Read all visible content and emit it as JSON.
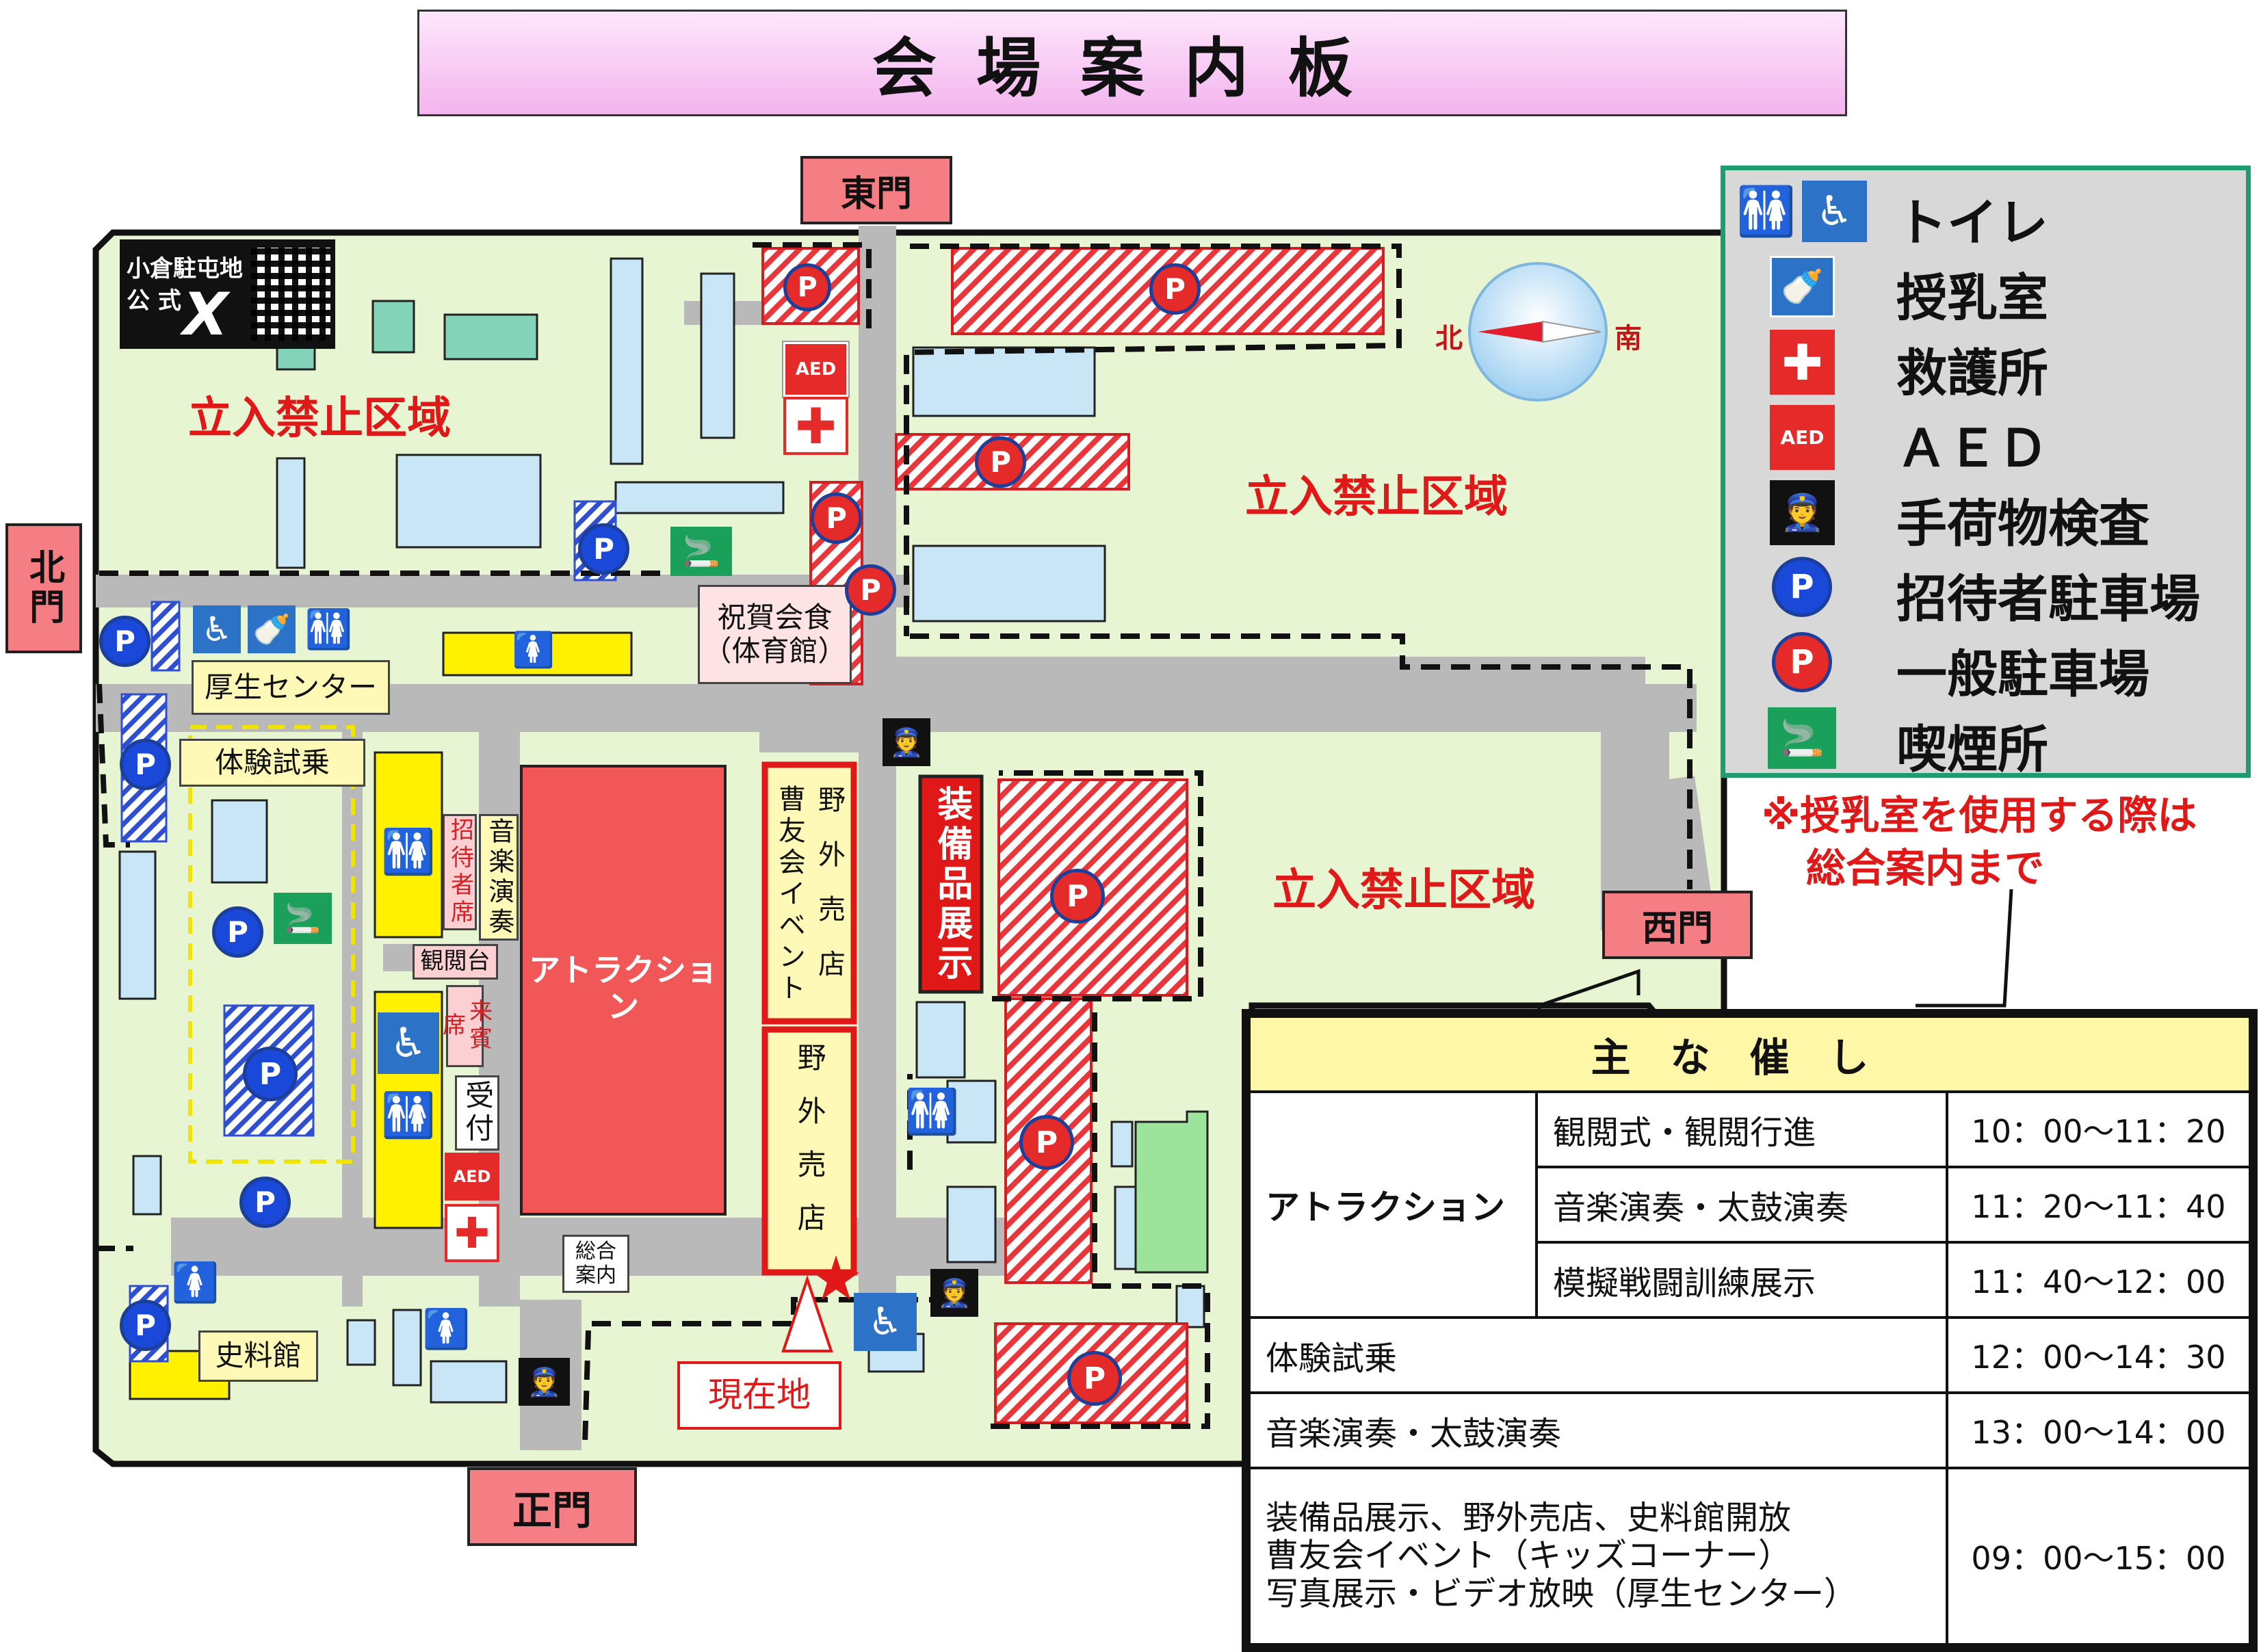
{
  "title": "会場案内板",
  "gates": {
    "east": "東門",
    "north": "北門",
    "west": "西門",
    "main": "正門"
  },
  "qr": {
    "line1": "小倉駐屯地",
    "line2": "公 式",
    "x": "X"
  },
  "restricted": "立入禁止区域",
  "compass": {
    "north": "北",
    "south": "南"
  },
  "buildings": {
    "kousei": "厚生センター",
    "taiken": "体験試乗",
    "shukuga": "祝賀会食（体育館）",
    "attraction": "アトラクション",
    "soyu": "曹友会イベント",
    "yagai1": "野外売店",
    "yagai2": "野外売店",
    "soubi": "装備品展示",
    "shoutai": "招待者席",
    "ongaku": "音楽演奏",
    "kanetsudai": "観閲台",
    "raihin": "来賓席",
    "uketsuke": "受付",
    "sougou": "総合案内",
    "shiryou": "史料館",
    "genzaichi": "現在地"
  },
  "icons": {
    "parking_letter": "P",
    "aed": "AED",
    "accessible_label": "多目的トイレ",
    "nursing_label": "授乳室"
  },
  "legend": [
    {
      "icon": "toilet-icon",
      "label": "トイレ"
    },
    {
      "icon": "nursing-room-icon",
      "label": "授乳室"
    },
    {
      "icon": "first-aid-icon",
      "label": "救護所"
    },
    {
      "icon": "aed-icon",
      "label": "ＡＥＤ"
    },
    {
      "icon": "baggage-check-icon",
      "label": "手荷物検査"
    },
    {
      "icon": "invited-parking-icon",
      "label": "招待者駐車場"
    },
    {
      "icon": "general-parking-icon",
      "label": "一般駐車場"
    },
    {
      "icon": "smoking-area-icon",
      "label": "喫煙所"
    }
  ],
  "note": {
    "line1": "※授乳室を使用する際は",
    "line2": "総合案内まで"
  },
  "schedule": {
    "header": "主な催し",
    "attraction": "アトラクション",
    "rows": [
      {
        "event": "観閲式・観閲行進",
        "time": "10：00～11：20"
      },
      {
        "event": "音楽演奏・太鼓演奏",
        "time": "11：20～11：40"
      },
      {
        "event": "模擬戦闘訓練展示",
        "time": "11：40～12：00"
      },
      {
        "event": "体験試乗",
        "time": "12：00～14：30"
      },
      {
        "event": "音楽演奏・太鼓演奏",
        "time": "13：00～14：00"
      }
    ],
    "last": {
      "line1": "装備品展示、野外売店、史料館開放",
      "line2": "曹友会イベント（キッズコーナー）",
      "line3": "写真展示・ビデオ放映（厚生センター）",
      "time": "09：00～15：00"
    }
  },
  "colors": {
    "grass": "#e8f5d2",
    "road": "#b9b9b9",
    "building": "#c9e6f7",
    "hatch_red": "#e8363a",
    "hatch_blue": "#2e4fd1",
    "attraction": "#f25757"
  }
}
